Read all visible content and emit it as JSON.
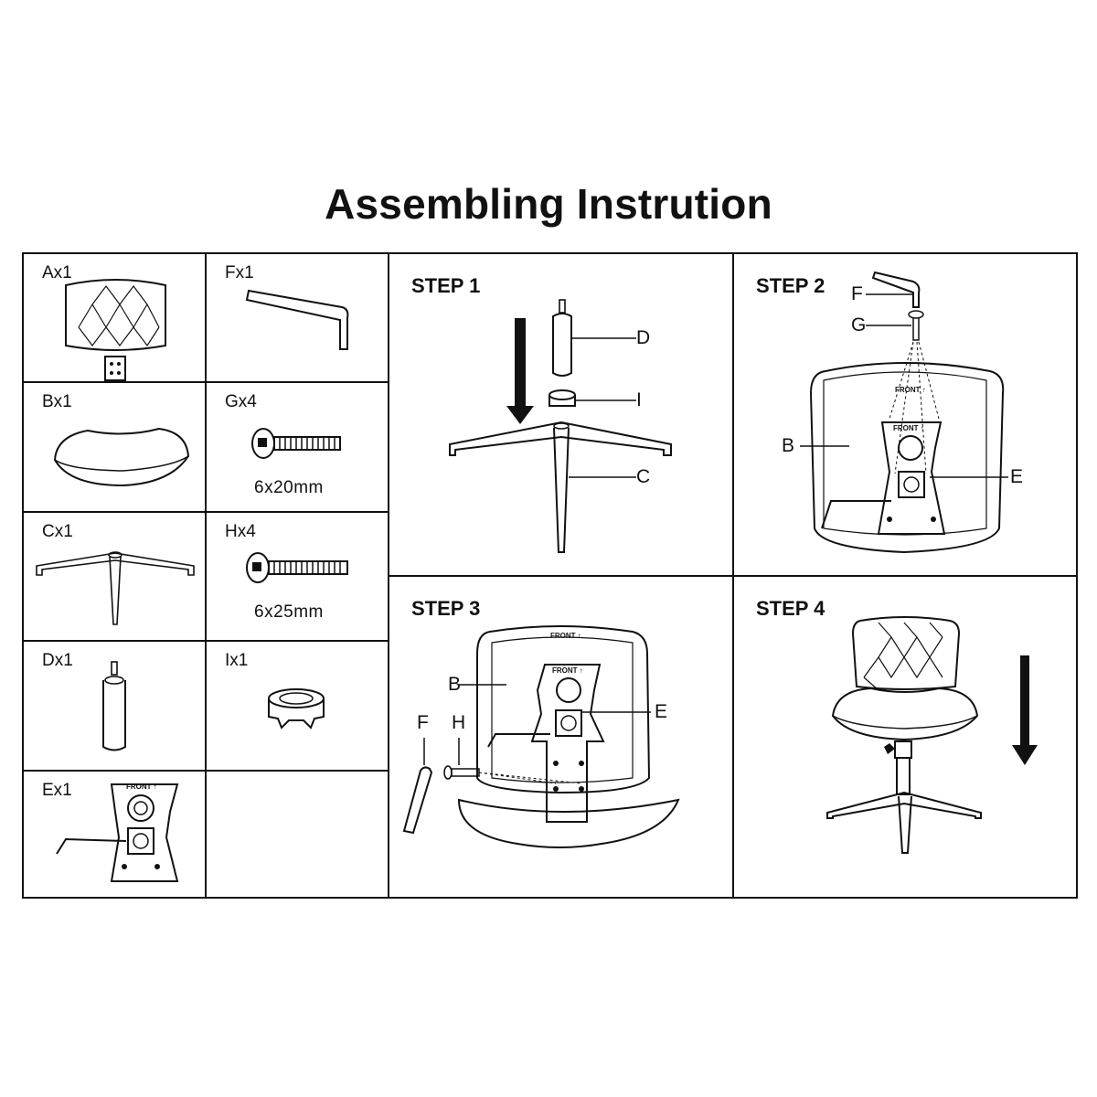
{
  "title": "Assembling Instrution",
  "parts": [
    {
      "id": "A",
      "label": "Ax1",
      "icon": "seat-back-icon"
    },
    {
      "id": "F",
      "label": "Fx1",
      "icon": "allen-key-icon"
    },
    {
      "id": "B",
      "label": "Bx1",
      "icon": "seat-cushion-icon"
    },
    {
      "id": "G",
      "label": "Gx4",
      "icon": "bolt-icon",
      "size": "6x20mm"
    },
    {
      "id": "C",
      "label": "Cx1",
      "icon": "base-icon"
    },
    {
      "id": "H",
      "label": "Hx4",
      "icon": "bolt-icon",
      "size": "6x25mm"
    },
    {
      "id": "D",
      "label": "Dx1",
      "icon": "gas-cylinder-icon"
    },
    {
      "id": "I",
      "label": "Ix1",
      "icon": "cylinder-cover-icon"
    },
    {
      "id": "E",
      "label": "Ex1",
      "icon": "mechanism-plate-icon"
    }
  ],
  "steps": [
    {
      "title": "STEP 1",
      "callouts": [
        "D",
        "I",
        "C"
      ]
    },
    {
      "title": "STEP 2",
      "callouts": [
        "F",
        "G",
        "B",
        "E"
      ]
    },
    {
      "title": "STEP 3",
      "callouts": [
        "B",
        "E",
        "F",
        "H"
      ]
    },
    {
      "title": "STEP 4",
      "callouts": []
    }
  ],
  "labels": {
    "front": "FRONT",
    "front_arrow": "FRONT ↑"
  }
}
